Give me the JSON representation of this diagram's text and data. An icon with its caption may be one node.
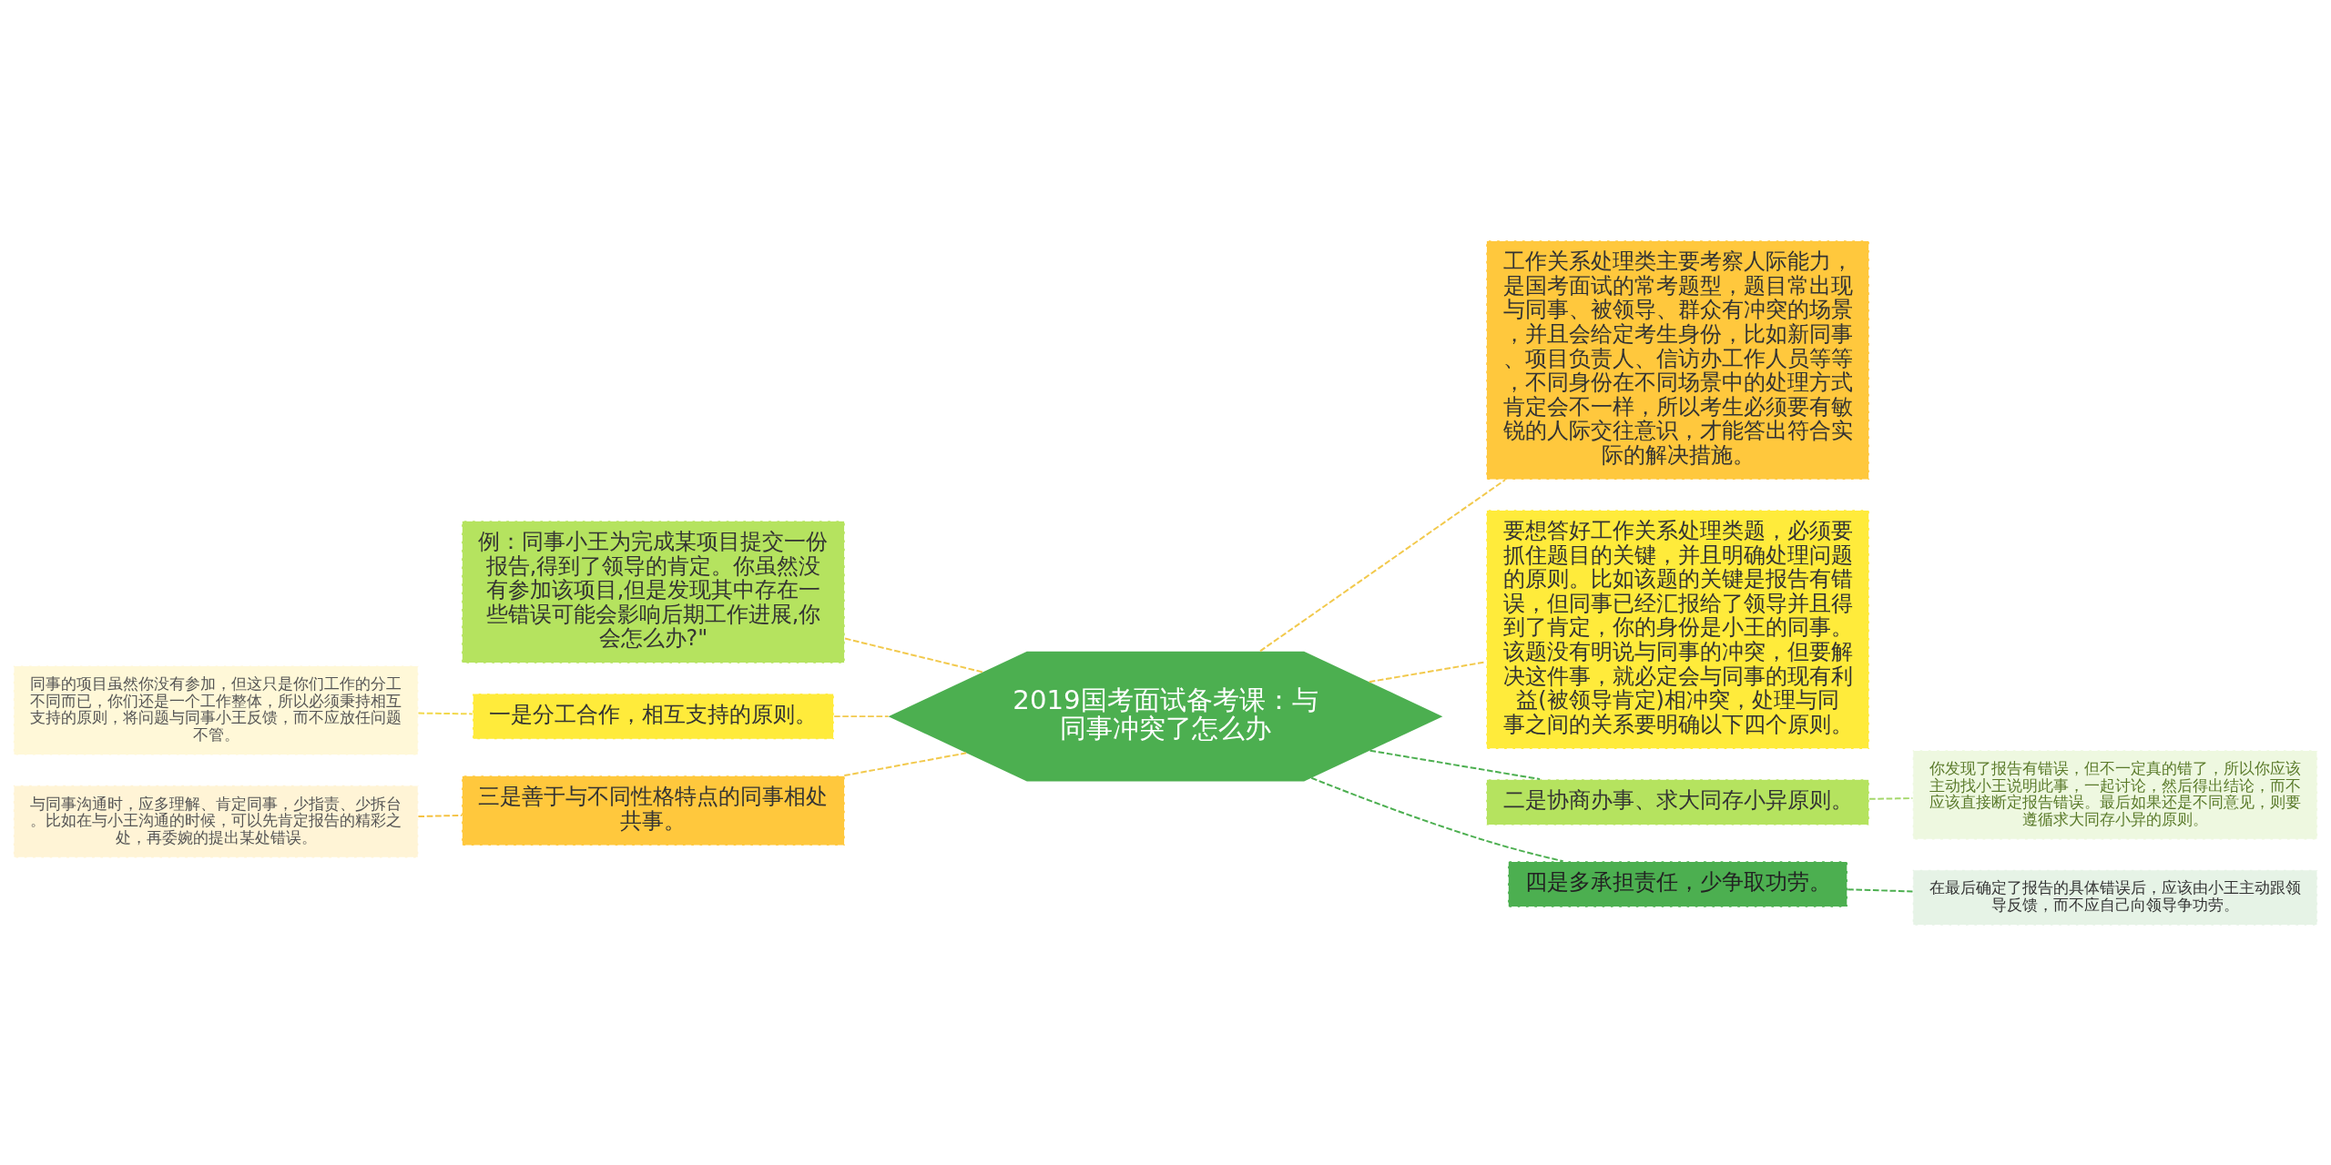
{
  "diagram": {
    "nodes": [
      {
        "text": [
          "2019国考面试备考课：与同事冲突了怎么办"
        ]
      },
      {
        "text": [
          "例：同事小王为完成某项目提交一份报告,得到了领导的肯定。你虽然没有参加该项目,但是发现其中存在一些错误可能会影响后期工作进展,你会怎么办?\""
        ]
      },
      {
        "text": [
          "一是分工合作，相互支持的原则。"
        ]
      },
      {
        "text": [
          "同事的项目虽然你没有参加，但这只是你们工作的分工不同而已，你们还是一个工作整体，所以必须秉持相互支持的原则，将问题与同事小王反馈，而不应放任问题不管。"
        ]
      },
      {
        "text": [
          "三是善于与不同性格特点的同事相处共事。"
        ]
      },
      {
        "text": [
          "与同事沟通时，应多理解、肯定同事，少指责、少拆台。比如在与小王沟通的时候，可以先肯定报告的精彩之处，再委婉的提出某处错误。"
        ]
      },
      {
        "text": [
          "工作关系处理类主要考察人际能力，是国考面试的常考题型，题目常出现与同事、被领导、群众有冲突的场景，并且会给定考生身份，比如新同事、项目负责人、信访办工作人员等等，不同身份在不同场景中的处理方式肯定会不一样，所以考生必须要有敏锐的人际交往意识，才能答出符合实际的解决措施。"
        ]
      },
      {
        "text": [
          "要想答好工作关系处理类题，必须要抓住题目的关键，并且明确处理问题的原则。比如该题的关键是报告有错误，但同事已经汇报给了领导并且得到了肯定，你的身份是小王的同事。该题没有明说与同事的冲突，但要解决这件事，就必定会与同事的现有利益(被领导肯定)相冲突，处理与同事之间的关系要明确以下四个原则。"
        ]
      },
      {
        "text": [
          "二是协商办事、求大同存小异原则。"
        ]
      },
      {
        "text": [
          "你发现了报告有错误，但不一定真的错了，所以你应该主动找小王说明此事，一起讨论，然后得出结论，而不应该直接断定报告错误。最后如果还是不同意见，则要遵循求大同存小异的原则。"
        ]
      },
      {
        "text": [
          "四是多承担责任，少争取功劳。"
        ]
      },
      {
        "text": [
          "在最后确定了报告的具体错误后，应该由小王主动跟领导反馈，而不应自己向领导争功劳。"
        ]
      }
    ],
    "edges": [
      {
        "from": 0,
        "to": 1,
        "arrow": "none",
        "style": "dashed",
        "color": "#f2c94c"
      },
      {
        "from": 0,
        "to": 2,
        "arrow": "none",
        "style": "dashed",
        "color": "#f2c94c"
      },
      {
        "from": 2,
        "to": 3,
        "arrow": "none",
        "style": "dashed",
        "color": "#f2d84c"
      },
      {
        "from": 0,
        "to": 4,
        "arrow": "none",
        "style": "dashed",
        "color": "#f2c94c"
      },
      {
        "from": 4,
        "to": 5,
        "arrow": "none",
        "style": "dashed",
        "color": "#f5c242"
      },
      {
        "from": 0,
        "to": 6,
        "arrow": "none",
        "style": "dashed",
        "color": "#f2c94c"
      },
      {
        "from": 0,
        "to": 7,
        "arrow": "none",
        "style": "dashed",
        "color": "#f2c94c"
      },
      {
        "from": 0,
        "to": 8,
        "arrow": "none",
        "style": "dashed",
        "color": "#4caf50"
      },
      {
        "from": 8,
        "to": 9,
        "arrow": "none",
        "style": "dashed",
        "color": "#a5d86b"
      },
      {
        "from": 0,
        "to": 10,
        "arrow": "none",
        "style": "dashed",
        "color": "#4caf50"
      },
      {
        "from": 10,
        "to": 11,
        "arrow": "none",
        "style": "dashed",
        "color": "#4caf50"
      }
    ]
  }
}
